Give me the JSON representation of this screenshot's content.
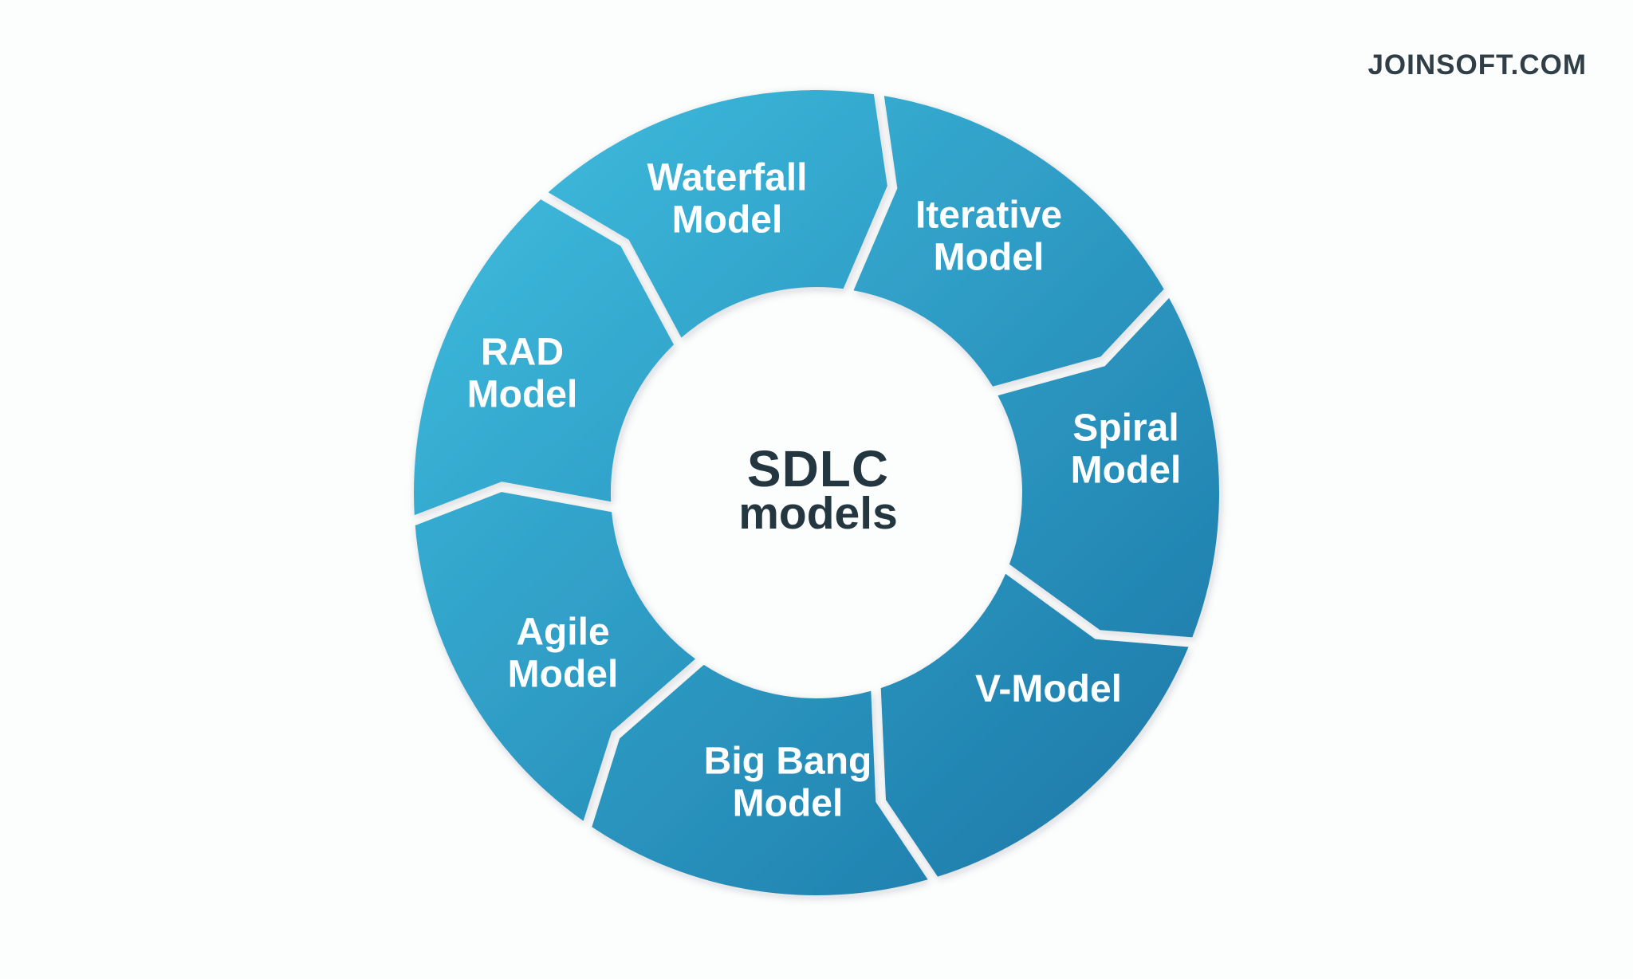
{
  "branding": {
    "site_label": "JOINSOFT.COM",
    "text_color": "#303e47"
  },
  "center": {
    "title": "SDLC",
    "subtitle": "models",
    "text_color": "#243640"
  },
  "diagram": {
    "type": "cycle-arrow-ring",
    "direction": "clockwise",
    "segment_count": 7,
    "ring_gradient": {
      "start": "#3fbddf",
      "end": "#1b76a6"
    },
    "separator_color": "#fcfdfd",
    "label_color": "#ffffff",
    "segments": [
      {
        "id": "waterfall-model",
        "label_lines": [
          "Waterfall",
          "Model"
        ]
      },
      {
        "id": "iterative-model",
        "label_lines": [
          "Iterative",
          "Model"
        ]
      },
      {
        "id": "spiral-model",
        "label_lines": [
          "Spiral",
          "Model"
        ]
      },
      {
        "id": "v-model",
        "label_lines": [
          "V-Model"
        ]
      },
      {
        "id": "big-bang-model",
        "label_lines": [
          "Big Bang",
          "Model"
        ]
      },
      {
        "id": "agile-model",
        "label_lines": [
          "Agile",
          "Model"
        ]
      },
      {
        "id": "rad-model",
        "label_lines": [
          "RAD",
          "Model"
        ]
      }
    ]
  }
}
